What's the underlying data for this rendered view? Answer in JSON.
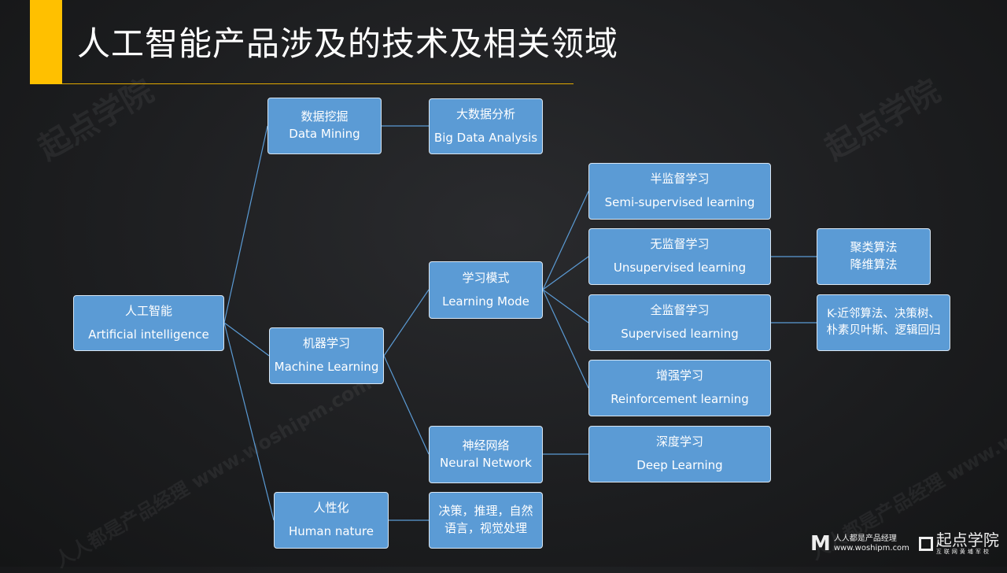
{
  "title": "人工智能产品涉及的技术及相关领域",
  "nodes": {
    "ai": {
      "zh": "人工智能",
      "en": "Artificial intelligence"
    },
    "dm": {
      "zh": "数据挖掘",
      "en": "Data Mining"
    },
    "bda": {
      "zh": "大数据分析",
      "en": "Big Data Analysis"
    },
    "ml": {
      "zh": "机器学习",
      "en": "Machine Learning"
    },
    "lm": {
      "zh": "学习模式",
      "en": "Learning Mode"
    },
    "nn": {
      "zh": "神经网络",
      "en": "Neural Network"
    },
    "hn": {
      "zh": "人性化",
      "en": "Human nature"
    },
    "hn2": {
      "l1": "决策，推理，自然",
      "l2": "语言，视觉处理"
    },
    "semi": {
      "zh": "半监督学习",
      "en": "Semi-supervised learning"
    },
    "unsup": {
      "zh": "无监督学习",
      "en": "Unsupervised learning"
    },
    "sup": {
      "zh": "全监督学习",
      "en": "Supervised learning"
    },
    "rein": {
      "zh": "增强学习",
      "en": "Reinforcement learning"
    },
    "deep": {
      "zh": "深度学习",
      "en": "Deep Learning"
    },
    "cluster": {
      "l1": "聚类算法",
      "l2": "降维算法"
    },
    "kn": {
      "l1": "K-近邻算法、决策树、",
      "l2": "朴素贝叶斯、逻辑回归"
    }
  },
  "footer": {
    "logo1_name": "人人都是产品经理",
    "logo1_url": "www.woshipm.com",
    "logo2_name": "起点学院",
    "logo2_sub": "互联网黄埔军校"
  },
  "watermarks": {
    "a": "起点学院",
    "b": "人人都是产品经理 www.woshipm.com"
  }
}
